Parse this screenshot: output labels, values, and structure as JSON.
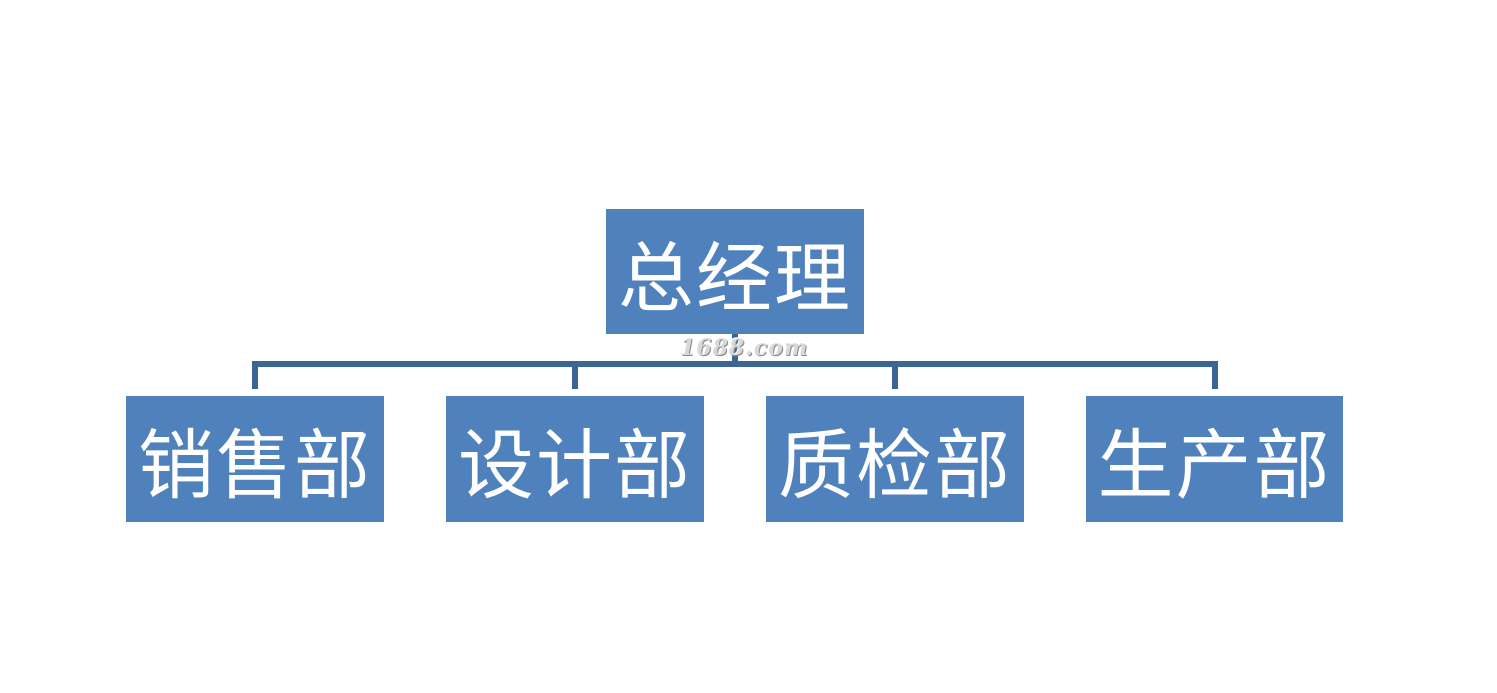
{
  "org_chart": {
    "root": {
      "label": "总经理"
    },
    "children": [
      {
        "label": "销售部"
      },
      {
        "label": "设计部"
      },
      {
        "label": "质检部"
      },
      {
        "label": "生产部"
      }
    ]
  },
  "watermark": {
    "text": "1688.com"
  },
  "colors": {
    "box_fill": "#4f81bd",
    "box_text": "#ffffff",
    "connector": "#3d6593",
    "background": "#ffffff"
  }
}
